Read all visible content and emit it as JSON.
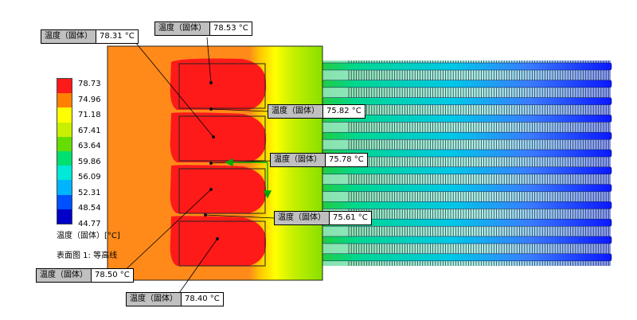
{
  "legend": {
    "ticks": [
      "78.73",
      "74.96",
      "71.18",
      "67.41",
      "63.64",
      "59.86",
      "56.09",
      "52.31",
      "48.54",
      "44.77"
    ],
    "colors": [
      "#ff1a1a",
      "#ff8000",
      "#ffff00",
      "#c8f000",
      "#66dd00",
      "#00e070",
      "#00e8d8",
      "#00b4ff",
      "#0050ff",
      "#0000c8"
    ],
    "unit_label": "温度（固体）[°C]",
    "plot_note": "表面图 1: 等高线"
  },
  "probes": [
    {
      "label": "温度（固体）",
      "value": "78.53 °C"
    },
    {
      "label": "温度（固体）",
      "value": "78.31 °C"
    },
    {
      "label": "温度（固体）",
      "value": "75.82 °C"
    },
    {
      "label": "温度（固体）",
      "value": "75.78 °C"
    },
    {
      "label": "温度（固体）",
      "value": "75.61 °C"
    },
    {
      "label": "温度（固体）",
      "value": "78.50 °C"
    },
    {
      "label": "温度（固体）",
      "value": "78.40 °C"
    }
  ],
  "colors": {
    "hot": "#ff1a1a",
    "warm": "#ff8a1a",
    "mid": "#ffff00",
    "lime": "#b0e000",
    "green": "#3cd23c",
    "fin_green": "#22cc66",
    "fin_cyan": "#66e6dd",
    "fin_blue": "#4a7bff",
    "tube_blue": "#1a1aff",
    "arrow": "#00aa00"
  }
}
